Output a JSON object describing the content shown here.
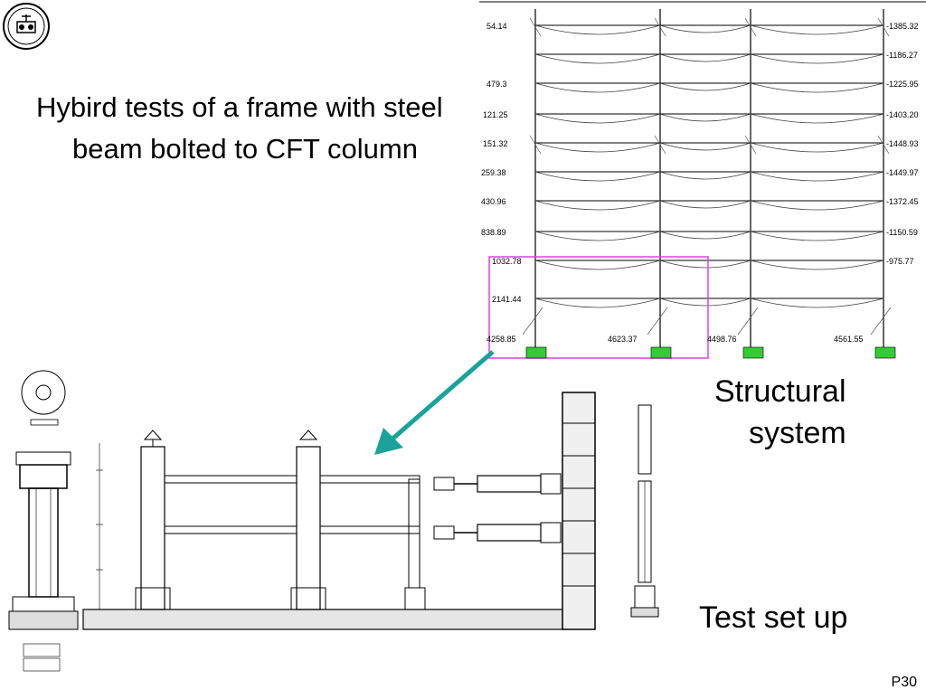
{
  "slide": {
    "title": "Hybird tests of a frame with steel beam bolted to CFT column",
    "label_structural": "Structural system",
    "label_test": "Test set up",
    "page_number": "P30"
  },
  "frame": {
    "left_moments": [
      "54.14",
      "479.3",
      "121.25",
      "151.32",
      "259.38",
      "430.96",
      "838.89",
      "1032.78",
      "2141.44",
      "4258.85"
    ],
    "right_moments": [
      "-1385.32",
      "-1186.27",
      "-1225.95",
      "-1403.20",
      "-1448.93",
      "-1449.97",
      "-1372.45",
      "-1150.59",
      "-975.77"
    ],
    "base_reactions": [
      "4258.85",
      "4623.37",
      "4498.76",
      "4561.55"
    ]
  },
  "colors": {
    "support": "#33cc33",
    "highlight": "#e040e0",
    "arrow": "#1aa39a"
  }
}
